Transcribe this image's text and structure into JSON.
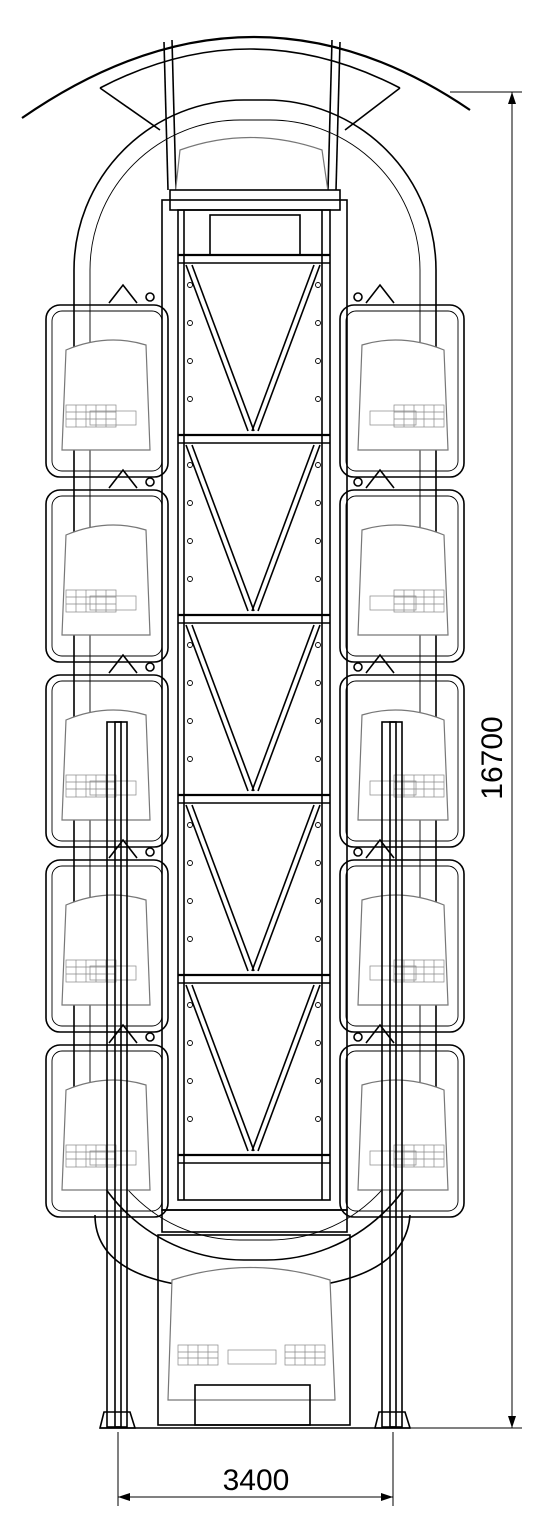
{
  "drawing": {
    "dimension_height_label": "16700",
    "dimension_width_label": "3400"
  },
  "structure": {
    "side_bays_per_column": 5,
    "top_bays": 1,
    "bottom_bays": 1,
    "columns": 2
  }
}
